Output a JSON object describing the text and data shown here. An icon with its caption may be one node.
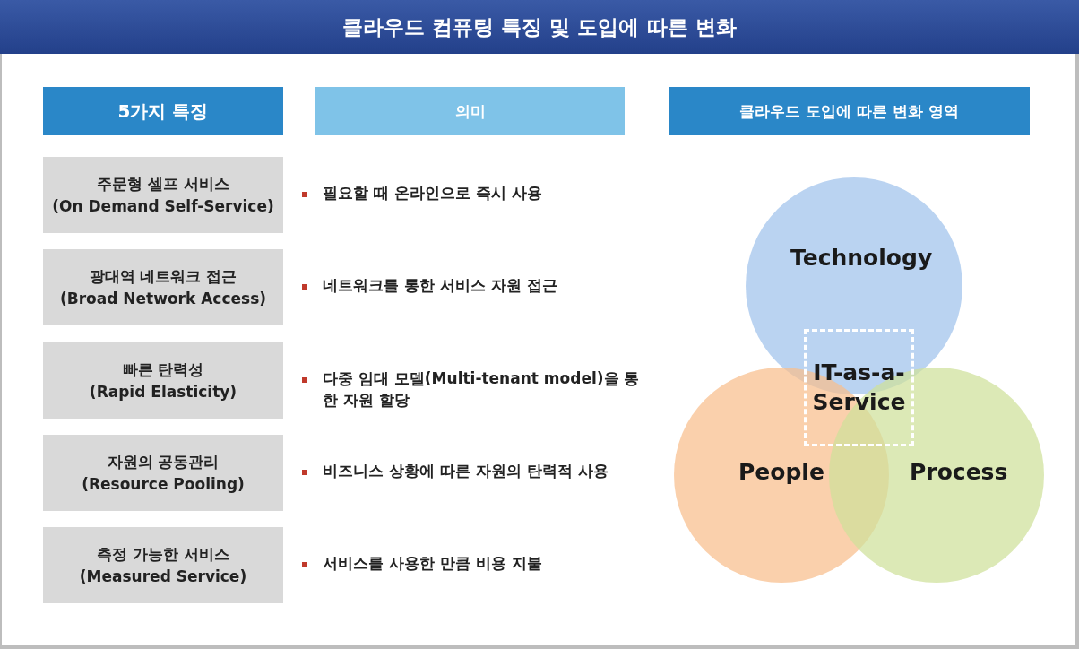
{
  "diagram": {
    "title": "클라우드 컴퓨팅 특징 및 도입에 따른 변화",
    "nodes": [
      {
        "text": [
          "5가지 특징"
        ]
      },
      {
        "text": [
          "의미"
        ]
      },
      {
        "text": [
          "클라우드 도입에 따른 변화 영역"
        ]
      },
      {
        "text": [
          "주문형 셀프 서비스",
          "(On Demand Self-Service)"
        ]
      },
      {
        "text": [
          "광대역 네트워크 접근",
          "(Broad Network Access)"
        ]
      },
      {
        "text": [
          "빠른 탄력성",
          "(Rapid Elasticity)"
        ]
      },
      {
        "text": [
          "자원의 공동관리",
          "(Resource Pooling)"
        ]
      },
      {
        "text": [
          "측정 가능한 서비스",
          "(Measured Service)"
        ]
      },
      {
        "text": [
          "Technology"
        ]
      },
      {
        "text": [
          "IT-as-a-Service"
        ]
      },
      {
        "text": [
          "People"
        ]
      },
      {
        "text": [
          "Process"
        ]
      }
    ],
    "labels": [
      "필요할 때 온라인으로 즉시 사용",
      "네트워크를 통한 서비스 자원 접근",
      "다중 임대 모델(Multi-tenant model)을 통한 자원 할당",
      "비즈니스 상황에 따른 자원의 탄력적 사용",
      "서비스를 사용한 만큼 비용 지불"
    ]
  }
}
